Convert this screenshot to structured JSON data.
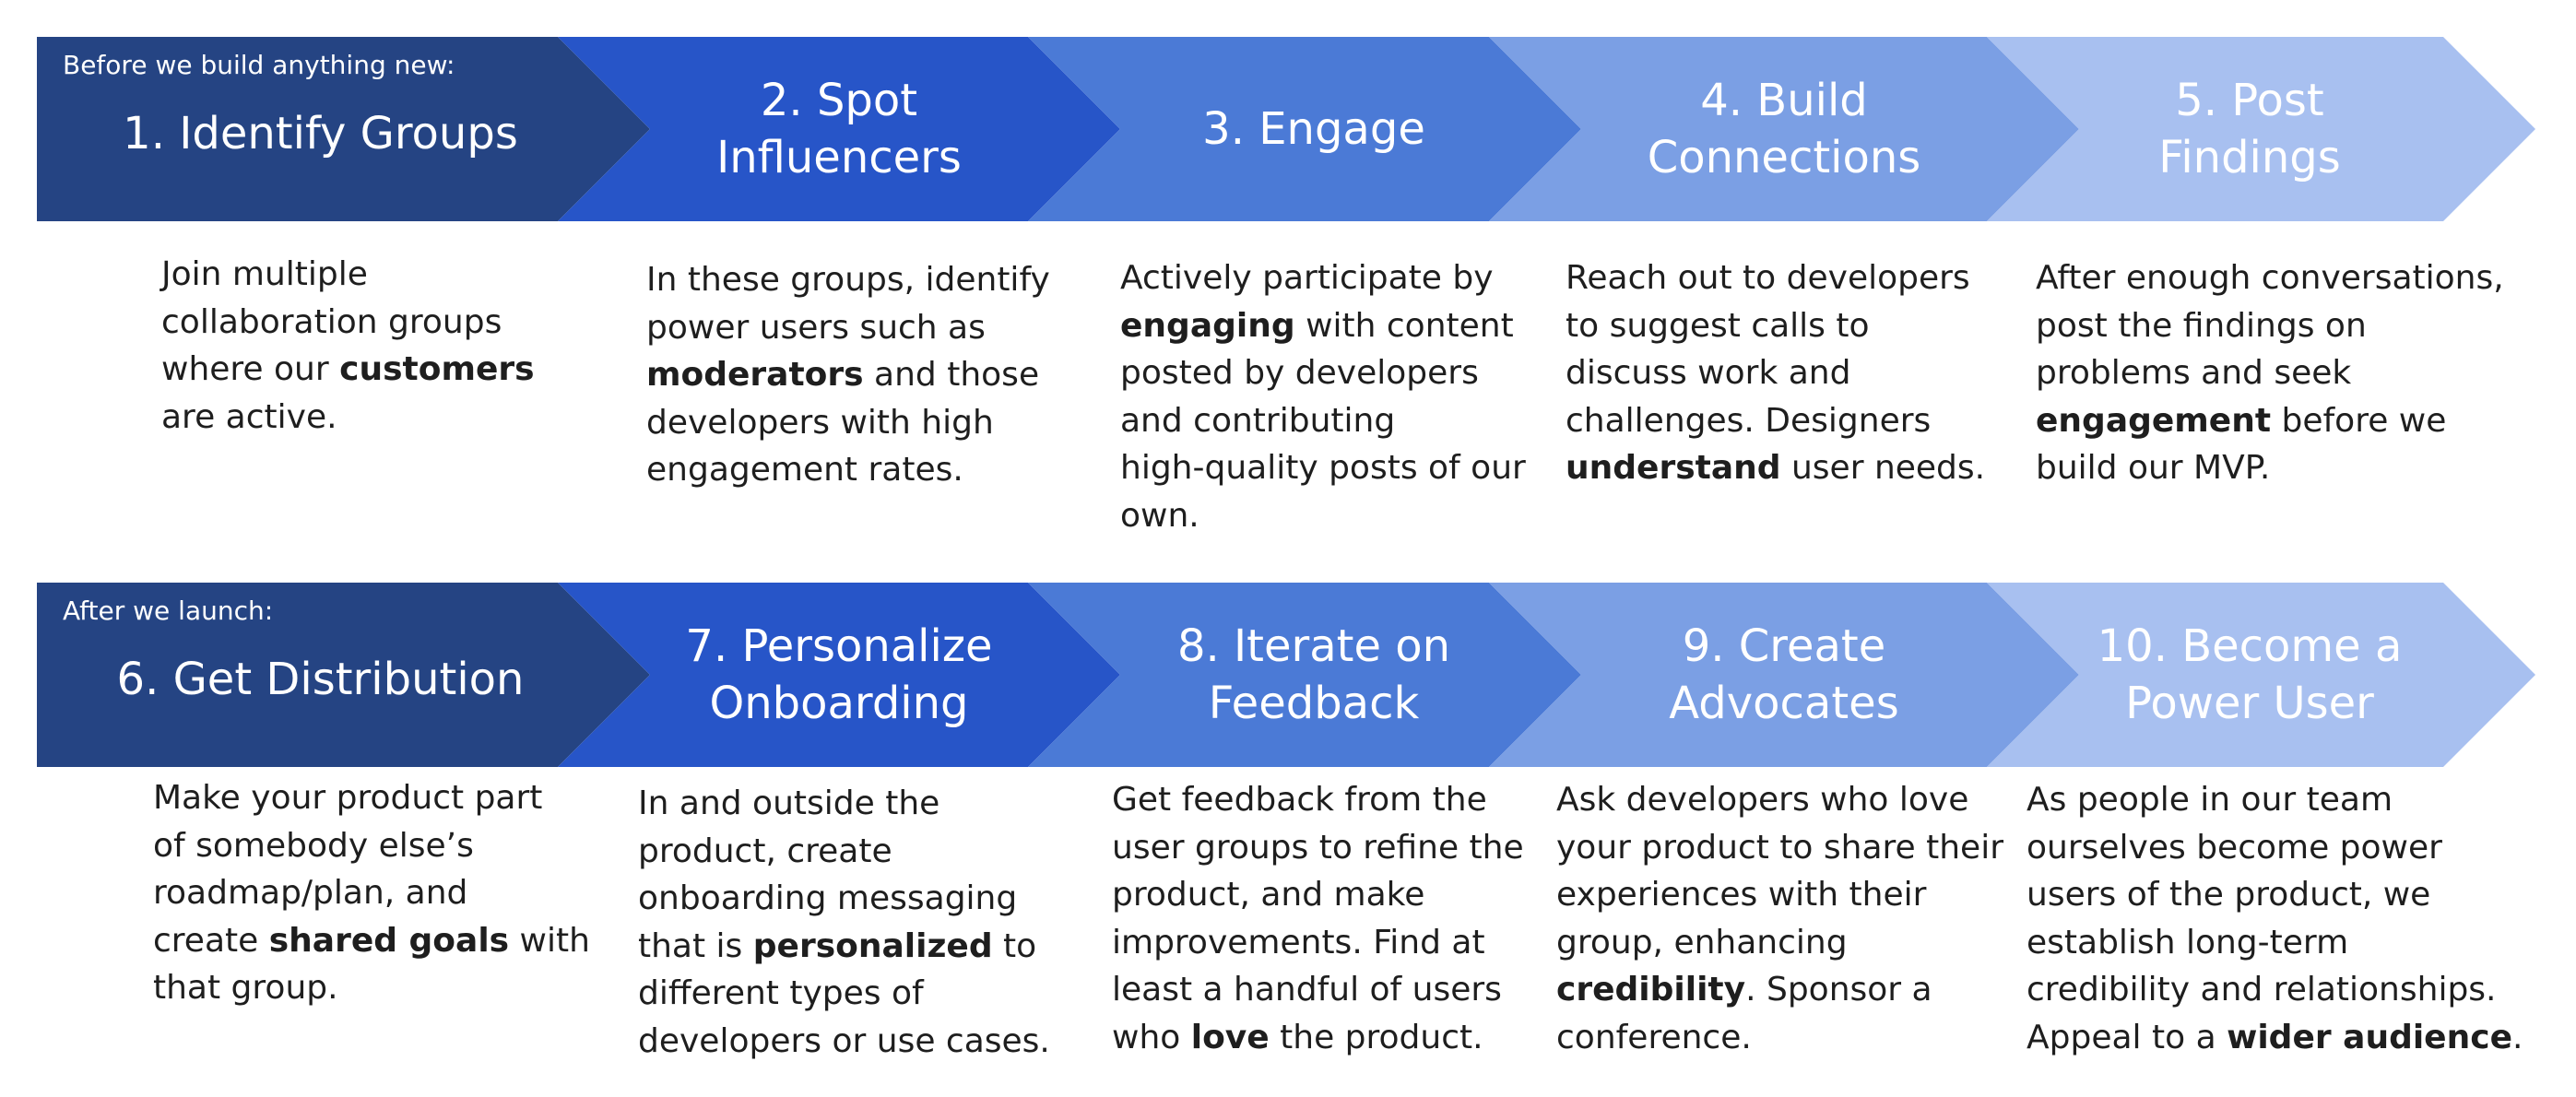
{
  "colors": {
    "shade_1": "#254483",
    "shade_2": "#2755c8",
    "shade_3": "#4b7ad6",
    "shade_4": "#7b9fe4",
    "shade_5": "#a8c0f0",
    "text": "#1e1e1e"
  },
  "rows": [
    {
      "label": "Before we build anything new:",
      "steps": [
        {
          "title": "1. Identify Groups",
          "description_lines": [
            [
              {
                "t": "Join multiple"
              }
            ],
            [
              {
                "t": "collaboration groups"
              }
            ],
            [
              {
                "t": "where our "
              },
              {
                "t": "customers",
                "b": true
              }
            ],
            [
              {
                "t": "are active."
              }
            ]
          ]
        },
        {
          "title": "2. Spot\nInfluencers",
          "description_lines": [
            [
              {
                "t": "In these groups, identify"
              }
            ],
            [
              {
                "t": "power users such as"
              }
            ],
            [
              {
                "t": "moderators",
                "b": true
              },
              {
                "t": " and those"
              }
            ],
            [
              {
                "t": "developers with high"
              }
            ],
            [
              {
                "t": "engagement rates."
              }
            ]
          ]
        },
        {
          "title": "3. Engage",
          "description_lines": [
            [
              {
                "t": "Actively participate by"
              }
            ],
            [
              {
                "t": "engaging",
                "b": true
              },
              {
                "t": " with content"
              }
            ],
            [
              {
                "t": "posted by developers"
              }
            ],
            [
              {
                "t": "and contributing"
              }
            ],
            [
              {
                "t": "high-quality posts of our"
              }
            ],
            [
              {
                "t": "own."
              }
            ]
          ]
        },
        {
          "title": "4. Build\nConnections",
          "description_lines": [
            [
              {
                "t": "Reach out to developers"
              }
            ],
            [
              {
                "t": "to suggest calls to"
              }
            ],
            [
              {
                "t": "discuss work and"
              }
            ],
            [
              {
                "t": "challenges. Designers"
              }
            ],
            [
              {
                "t": "understand",
                "b": true
              },
              {
                "t": " user needs."
              }
            ]
          ]
        },
        {
          "title": "5. Post\nFindings",
          "description_lines": [
            [
              {
                "t": "After enough conversations,"
              }
            ],
            [
              {
                "t": "post the findings on"
              }
            ],
            [
              {
                "t": "problems and seek"
              }
            ],
            [
              {
                "t": "engagement",
                "b": true
              },
              {
                "t": " before we"
              }
            ],
            [
              {
                "t": "build our MVP."
              }
            ]
          ]
        }
      ]
    },
    {
      "label": "After we launch:",
      "steps": [
        {
          "title": "6. Get Distribution",
          "description_lines": [
            [
              {
                "t": "Make your product part"
              }
            ],
            [
              {
                "t": "of somebody else’s"
              }
            ],
            [
              {
                "t": "roadmap/plan, and"
              }
            ],
            [
              {
                "t": "create "
              },
              {
                "t": "shared goals",
                "b": true
              },
              {
                "t": " with"
              }
            ],
            [
              {
                "t": "that group."
              }
            ]
          ]
        },
        {
          "title": "7. Personalize\nOnboarding",
          "description_lines": [
            [
              {
                "t": "In and outside the"
              }
            ],
            [
              {
                "t": "product, create"
              }
            ],
            [
              {
                "t": "onboarding messaging"
              }
            ],
            [
              {
                "t": "that is "
              },
              {
                "t": "personalized",
                "b": true
              },
              {
                "t": " to"
              }
            ],
            [
              {
                "t": "different types of"
              }
            ],
            [
              {
                "t": "developers or use cases."
              }
            ]
          ]
        },
        {
          "title": "8. Iterate on\nFeedback",
          "description_lines": [
            [
              {
                "t": "Get feedback from the"
              }
            ],
            [
              {
                "t": "user groups to refine the"
              }
            ],
            [
              {
                "t": "product, and make"
              }
            ],
            [
              {
                "t": "improvements. Find at"
              }
            ],
            [
              {
                "t": "least a handful of users"
              }
            ],
            [
              {
                "t": "who "
              },
              {
                "t": "love",
                "b": true
              },
              {
                "t": " the product."
              }
            ]
          ]
        },
        {
          "title": "9. Create\nAdvocates",
          "description_lines": [
            [
              {
                "t": "Ask developers who love"
              }
            ],
            [
              {
                "t": "your product to share their"
              }
            ],
            [
              {
                "t": "experiences with their"
              }
            ],
            [
              {
                "t": "group, enhancing"
              }
            ],
            [
              {
                "t": "credibility",
                "b": true
              },
              {
                "t": ". Sponsor a"
              }
            ],
            [
              {
                "t": "conference."
              }
            ]
          ]
        },
        {
          "title": "10. Become a\nPower User",
          "description_lines": [
            [
              {
                "t": "As people in our team"
              }
            ],
            [
              {
                "t": "ourselves become power"
              }
            ],
            [
              {
                "t": "users of the product, we"
              }
            ],
            [
              {
                "t": "establish long-term"
              }
            ],
            [
              {
                "t": "credibility and relationships."
              }
            ],
            [
              {
                "t": "Appeal to a "
              },
              {
                "t": "wider audience",
                "b": true
              },
              {
                "t": "."
              }
            ]
          ]
        }
      ]
    }
  ]
}
